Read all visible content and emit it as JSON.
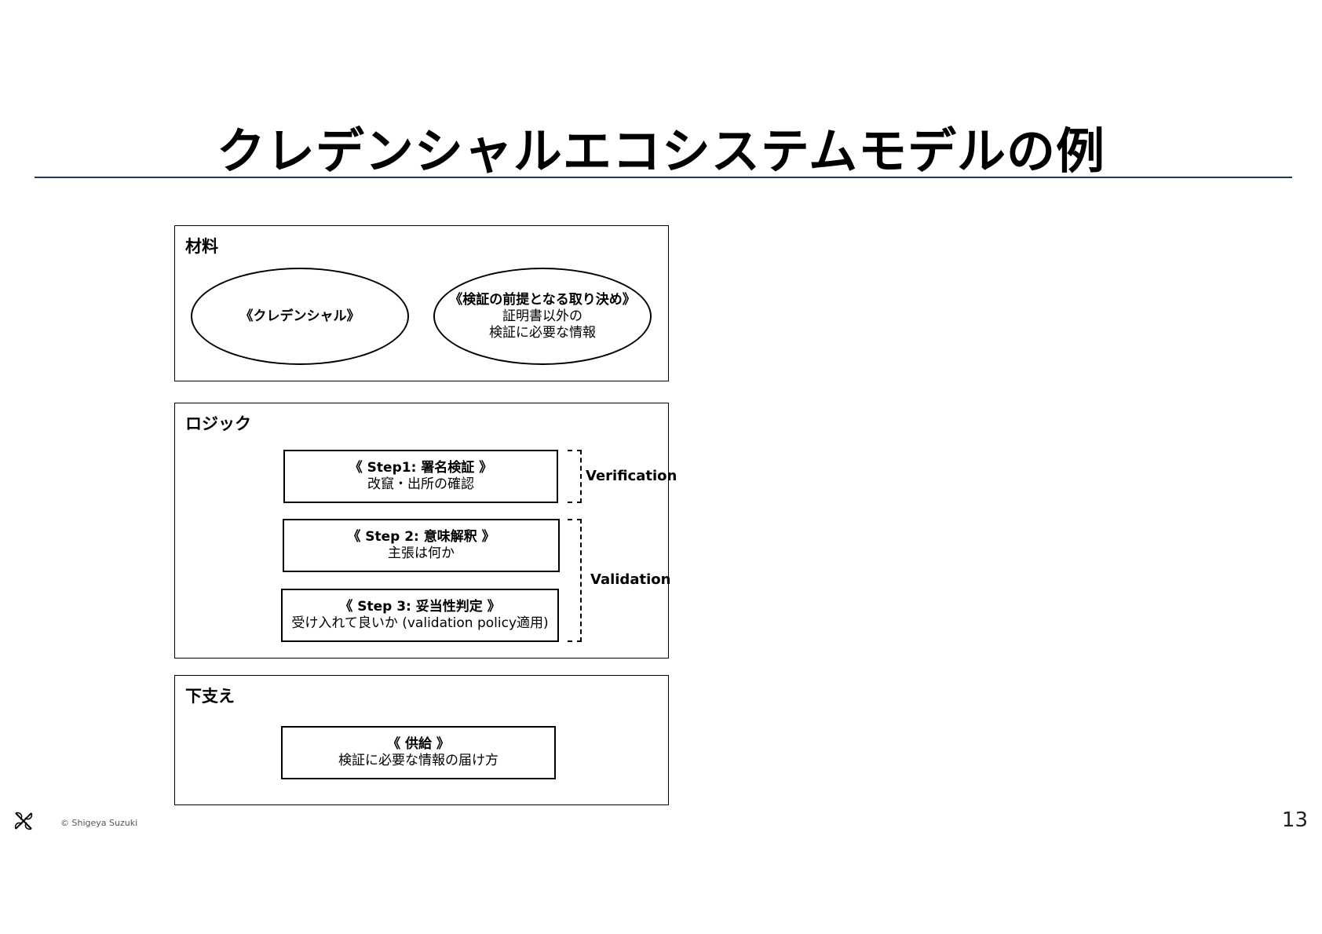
{
  "slide": {
    "title": "クレデンシャルエコシステムモデルの例",
    "copyright": "© Shigeya Suzuki",
    "page_number": "13"
  },
  "materials": {
    "label": "材料",
    "credential": {
      "heading": "《クレデンシャル》"
    },
    "agreements": {
      "heading": "《検証の前提となる取り決め》",
      "line1": "証明書以外の",
      "line2": "検証に必要な情報"
    }
  },
  "logic": {
    "label": "ロジック",
    "steps": [
      {
        "heading": "《 Step1: 署名検証 》",
        "desc": "改竄・出所の確認"
      },
      {
        "heading": "《 Step 2: 意味解釈 》",
        "desc": "主張は何か"
      },
      {
        "heading": "《 Step 3: 妥当性判定 》",
        "desc": "受け入れて良いか (validation policy適用)"
      }
    ],
    "verification_label": "Verification",
    "validation_label": "Validation"
  },
  "support": {
    "label": "下支え",
    "supply": {
      "heading": "《 供給 》",
      "desc": "検証に必要な情報の届け方"
    }
  }
}
